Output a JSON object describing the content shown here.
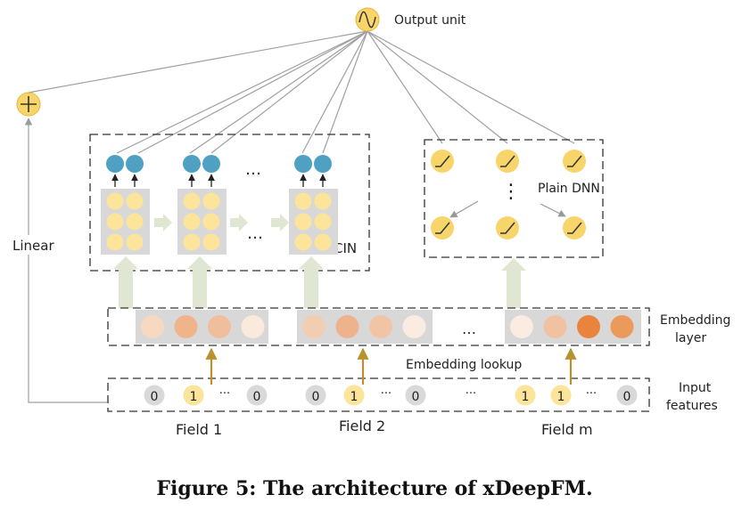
{
  "labels": {
    "output_unit": "Output unit",
    "linear": "Linear",
    "cin": "CIN",
    "plain_dnn": "Plain DNN",
    "embedding_layer_line1": "Embedding",
    "embedding_layer_line2": "layer",
    "embedding_lookup": "Embedding lookup",
    "input_features_line1": "Input",
    "input_features_line2": "features",
    "field_1": "Field 1",
    "field_2": "Field 2",
    "field_m": "Field m",
    "ellipsis": "…",
    "ellipsis_small": "···",
    "input_zero": "0",
    "input_one": "1"
  },
  "caption": "Figure 5: The architecture of xDeepFM.",
  "colors": {
    "yellow": "#fde49b",
    "yellow_dark": "#f7d56b",
    "blue": "#4fa1c4",
    "gray_block": "#d8d8d8",
    "green_arrow": "#dfe6d2",
    "gold_arrow": "#b8922e",
    "line": "#999999"
  },
  "input_fields": [
    {
      "values": [
        "0",
        "1",
        "0"
      ],
      "active": [
        false,
        true,
        false
      ]
    },
    {
      "values": [
        "0",
        "1",
        "0"
      ],
      "active": [
        false,
        true,
        false
      ]
    },
    {
      "values": [
        "1",
        "1",
        "0"
      ],
      "active": [
        true,
        true,
        false
      ]
    }
  ],
  "embedding_colors": [
    [
      "#f7d9c2",
      "#efb48a",
      "#f0be9c",
      "#faeadc"
    ],
    [
      "#f3cdb0",
      "#eeb38c",
      "#f2c4a6",
      "#faece0"
    ],
    [
      "#faece0",
      "#f1c2a2",
      "#e9843f",
      "#ec9a5b"
    ]
  ]
}
